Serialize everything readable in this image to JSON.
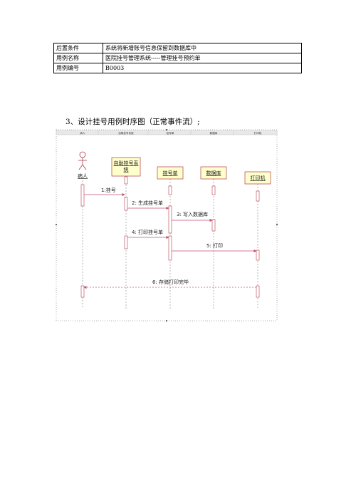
{
  "table": {
    "rows": [
      {
        "label": "后置条件",
        "value": "系统将新增账号信息保留到数据库中"
      },
      {
        "label": "用例名称",
        "value": "医院挂号管理系统-----管理挂号预约单"
      },
      {
        "label": "用例编号",
        "value": "B0003"
      }
    ]
  },
  "section": {
    "title": "3、设计挂号用例时序图（正常事件流）;"
  },
  "diagram": {
    "headers": [
      "病人",
      "自助挂号系统",
      "挂号单",
      "数据库",
      "打印机"
    ],
    "actor_label": "病人",
    "objects": [
      "自助挂号系统",
      "挂号单",
      "数据库",
      "打印机"
    ],
    "messages": [
      {
        "label": "1:挂号",
        "style": "solid"
      },
      {
        "label": "2: 生成挂号单",
        "style": "solid"
      },
      {
        "label": "3: 写入数据库",
        "style": "solid"
      },
      {
        "label": "4: 打印挂号单",
        "style": "solid"
      },
      {
        "label": "5: 打印",
        "style": "solid"
      },
      {
        "label": "6: 存储打印完毕",
        "style": "dashed"
      }
    ],
    "colors": {
      "object_fill": "#ffffcc",
      "object_border": "#b23a48",
      "message_line": "#c0506e",
      "activation_border": "#b23a48"
    }
  }
}
